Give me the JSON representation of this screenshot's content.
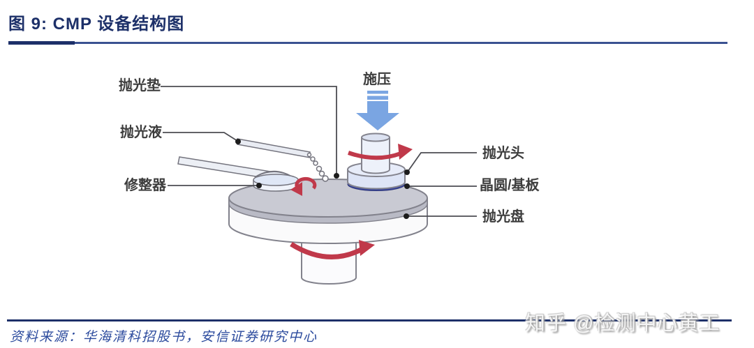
{
  "figure": {
    "title": "图 9: CMP 设备结构图",
    "source": "资料来源：华海清科招股书，安信证券研究中心"
  },
  "diagram": {
    "part_labels": {
      "polishing_pad": "抛光垫",
      "slurry": "抛光液",
      "conditioner": "修整器",
      "pressure": "施压",
      "polishing_head": "抛光头",
      "wafer_substrate": "晶圆/基板",
      "platen": "抛光盘"
    }
  },
  "watermark": {
    "text": "知乎 @检测中心黄工"
  },
  "colors": {
    "title_navy": "#1d3069",
    "separator_navy": "#3a5191",
    "label_text": "#3d3d3d",
    "source_text": "#2b4a9d",
    "rotation_arrow_red": "#c0394a",
    "pressure_arrow_blue": "#7aa5e2",
    "wafer_navy": "#3b479c",
    "pad_gray": "#c9cad3",
    "machine_outline": "#82828c"
  }
}
